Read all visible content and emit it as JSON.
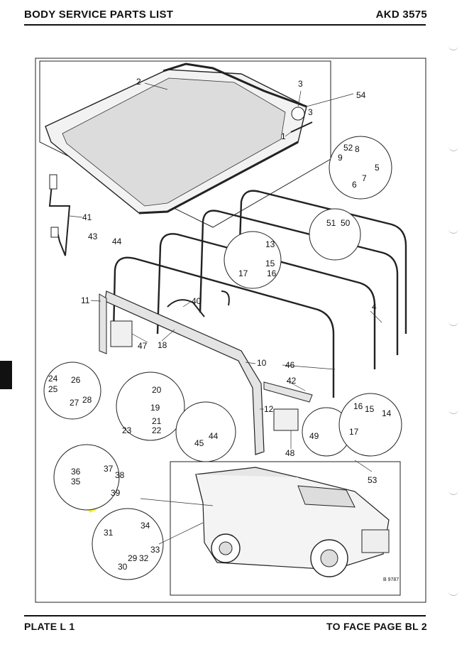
{
  "header": {
    "title": "BODY SERVICE PARTS LIST",
    "code": "AKD 3575"
  },
  "footer": {
    "plate": "PLATE L 1",
    "page_ref": "TO FACE PAGE BL 2"
  },
  "figure_ref": "B 9787",
  "callouts": {
    "c1": "1",
    "c2": "2",
    "c3a": "3",
    "c3b": "3",
    "c4": "4",
    "c5": "5",
    "c6": "6",
    "c7": "7",
    "c8": "8",
    "c9": "9",
    "c10": "10",
    "c11": "11",
    "c12": "12",
    "c13": "13",
    "c14": "14",
    "c15a": "15",
    "c15b": "15",
    "c16a": "16",
    "c16b": "16",
    "c17a": "17",
    "c17b": "17",
    "c18": "18",
    "c19": "19",
    "c20": "20",
    "c21": "21",
    "c22": "22",
    "c23": "23",
    "c24": "24",
    "c25": "25",
    "c26": "26",
    "c27": "27",
    "c28": "28",
    "c29": "29",
    "c30": "30",
    "c31": "31",
    "c32": "32",
    "c33": "33",
    "c34": "34",
    "c35": "35",
    "c36": "36",
    "c37": "37",
    "c38": "38",
    "c39": "39",
    "c40": "40",
    "c41": "41",
    "c42": "42",
    "c43": "43",
    "c44a": "44",
    "c44b": "44",
    "c45": "45",
    "c46": "46",
    "c47": "47",
    "c48": "48",
    "c49": "49",
    "c50": "50",
    "c51": "51",
    "c52": "52",
    "c53": "53",
    "c54": "54"
  },
  "highlight_color": "#f4f000"
}
